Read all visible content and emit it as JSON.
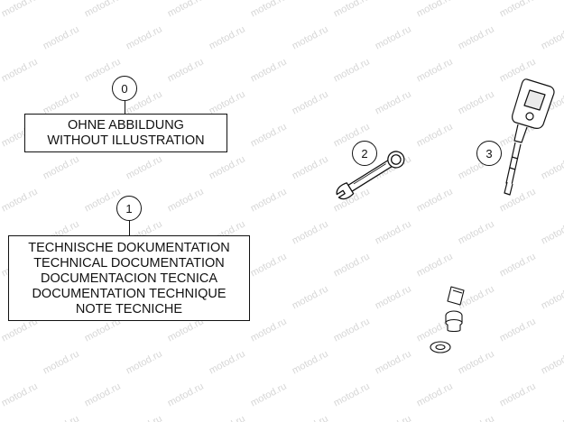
{
  "watermark": {
    "text": "motod.ru"
  },
  "items": [
    {
      "callout": "0",
      "lines": [
        "OHNE ABBILDUNG",
        "WITHOUT ILLUSTRATION"
      ]
    },
    {
      "callout": "1",
      "lines": [
        "TECHNISCHE DOKUMENTATION",
        "TECHNICAL DOCUMENTATION",
        "DOCUMENTACION TECNICA",
        "DOCUMENTATION TECHNIQUE",
        "NOTE TECNICHE"
      ]
    },
    {
      "callout": "2",
      "icon": "wrench-icon"
    },
    {
      "callout": "3",
      "icon": "tire-pressure-gauge-icon"
    }
  ]
}
